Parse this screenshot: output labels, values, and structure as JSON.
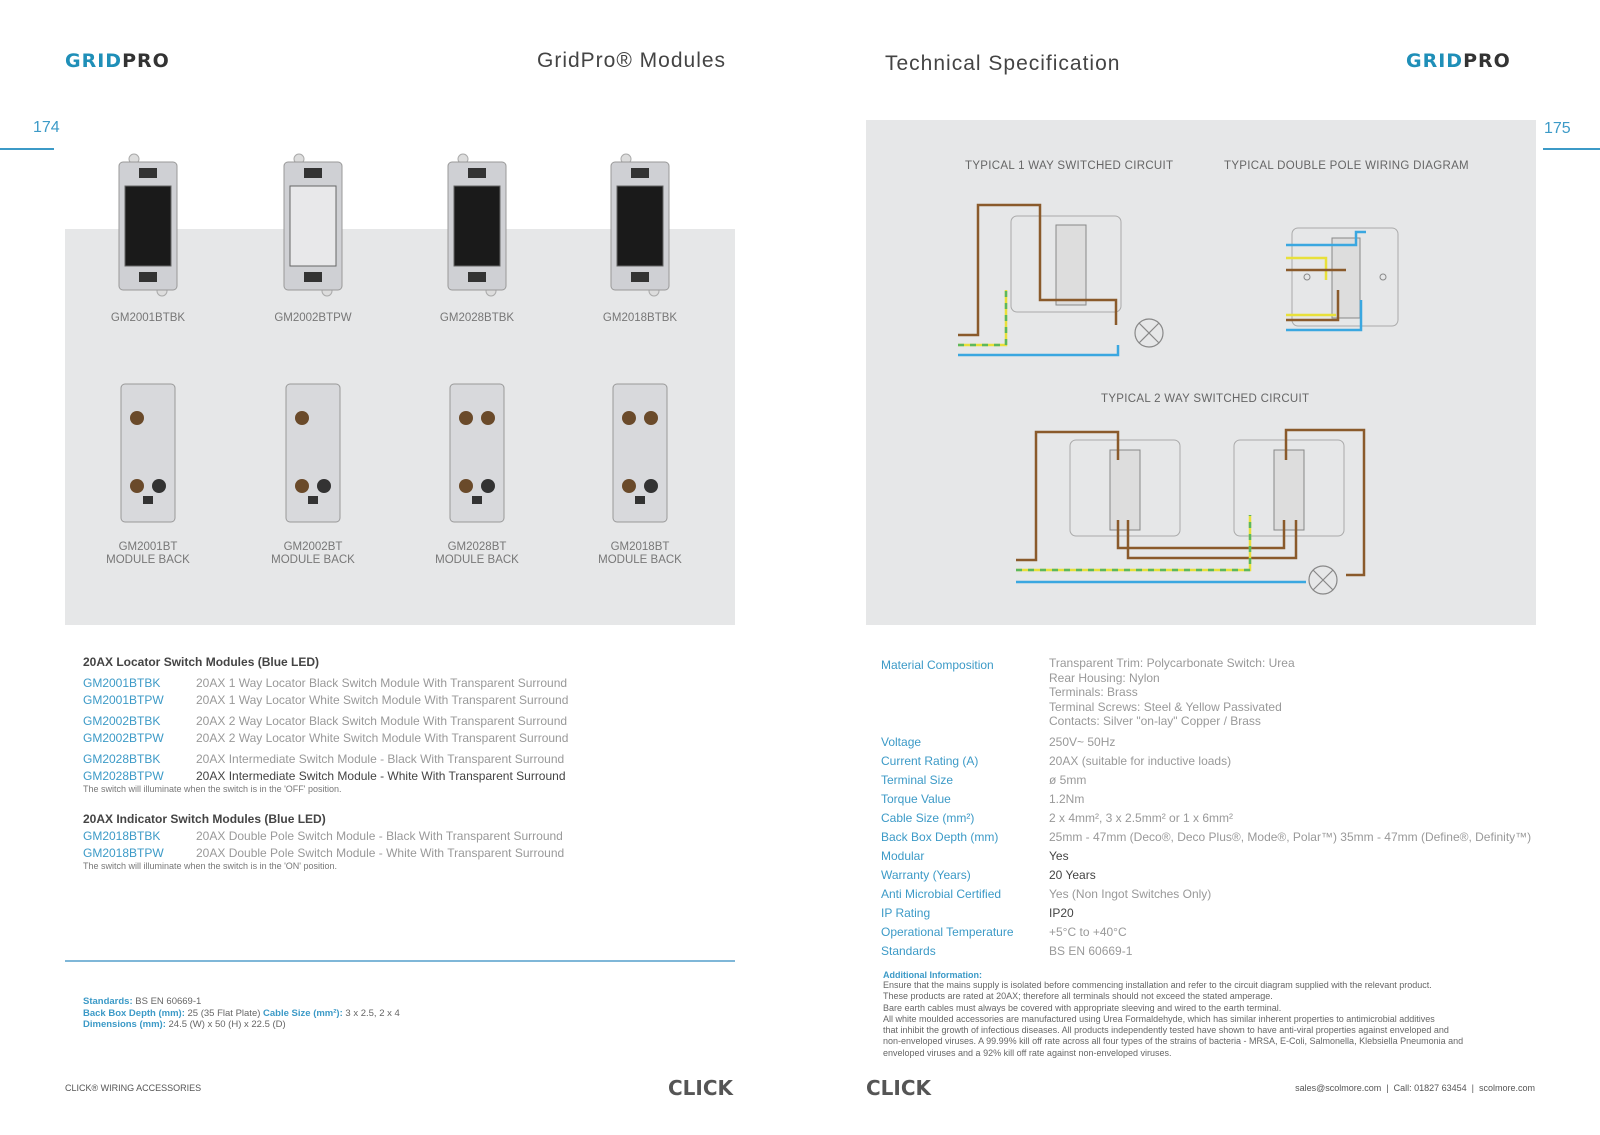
{
  "left": {
    "logo": "GRIDPRO",
    "header": "GridPro® Modules",
    "page_number": "174",
    "front_modules": [
      {
        "code": "GM2001BTBK",
        "rocker": "#1a1a1a"
      },
      {
        "code": "GM2002BTPW",
        "rocker": "#e8e8ea"
      },
      {
        "code": "GM2028BTBK",
        "rocker": "#1a1a1a"
      },
      {
        "code": "GM2018BTBK",
        "rocker": "#1a1a1a"
      }
    ],
    "back_modules": [
      {
        "code": "GM2001BT",
        "sub": "MODULE BACK"
      },
      {
        "code": "GM2002BT",
        "sub": "MODULE BACK"
      },
      {
        "code": "GM2028BT",
        "sub": "MODULE BACK"
      },
      {
        "code": "GM2018BT",
        "sub": "MODULE BACK"
      }
    ],
    "locator_title": "20AX Locator Switch Modules (Blue LED)",
    "locator_items": [
      {
        "code": "GM2001BTBK",
        "desc": "20AX 1 Way Locator Black Switch Module With Transparent Surround"
      },
      {
        "code": "GM2001BTPW",
        "desc": "20AX 1 Way Locator White Switch Module With Transparent Surround"
      },
      {
        "code": "GM2002BTBK",
        "desc": "20AX 2 Way Locator Black Switch Module With Transparent Surround"
      },
      {
        "code": "GM2002BTPW",
        "desc": "20AX 2 Way Locator White Switch Module With Transparent Surround"
      },
      {
        "code": "GM2028BTBK",
        "desc": "20AX Intermediate Switch Module - Black With Transparent Surround"
      },
      {
        "code": "GM2028BTPW",
        "desc": "20AX Intermediate Switch Module - White With Transparent Surround"
      }
    ],
    "locator_note": "The switch will illuminate when the switch is in the 'OFF' position.",
    "indicator_title": "20AX Indicator Switch Modules (Blue LED)",
    "indicator_items": [
      {
        "code": "GM2018BTBK",
        "desc": "20AX Double Pole Switch Module - Black With Transparent Surround"
      },
      {
        "code": "GM2018BTPW",
        "desc": "20AX Double Pole Switch Module - White With Transparent Surround"
      }
    ],
    "indicator_note": "The switch will illuminate when the switch is in the 'ON' position.",
    "footer_specs": {
      "standards_label": "Standards:",
      "standards": "BS EN 60669-1",
      "bbd_label": "Back Box Depth (mm):",
      "bbd": "25 (35 Flat Plate)",
      "cable_label": "Cable Size (mm²):",
      "cable": "3 x 2.5, 2 x 4",
      "dim_label": "Dimensions (mm):",
      "dim": "24.5 (W) x 50 (H) x 22.5 (D)"
    },
    "footer": "CLICK® WIRING ACCESSORIES",
    "brand": "CLICK"
  },
  "right": {
    "logo": "GRIDPRO",
    "header": "Technical Specification",
    "page_number": "175",
    "diagram_titles": [
      "TYPICAL 1 WAY SWITCHED CIRCUIT",
      "TYPICAL DOUBLE POLE WIRING DIAGRAM",
      "TYPICAL 2 WAY SWITCHED CIRCUIT"
    ],
    "specs": [
      {
        "k": "Material Composition",
        "v": [
          "Transparent Trim: Polycarbonate Switch: Urea",
          "Rear Housing: Nylon",
          "Terminals: Brass",
          "Terminal Screws: Steel & Yellow Passivated",
          "Contacts: Silver \"on-lay\" Copper / Brass"
        ]
      },
      {
        "k": "Voltage",
        "v": [
          "250V~ 50Hz"
        ]
      },
      {
        "k": "Current Rating (A)",
        "v": [
          "20AX (suitable for inductive loads)"
        ]
      },
      {
        "k": "Terminal Size",
        "v": [
          "ø 5mm"
        ]
      },
      {
        "k": "Torque Value",
        "v": [
          "1.2Nm"
        ]
      },
      {
        "k": "Cable Size (mm²)",
        "v": [
          "2 x 4mm², 3 x 2.5mm² or 1 x 6mm²"
        ]
      },
      {
        "k": "Back Box Depth (mm)",
        "v": [
          "25mm - 47mm (Deco®, Deco Plus®, Mode®, Polar™) 35mm - 47mm (Define®, Definity™)"
        ]
      },
      {
        "k": "Modular",
        "v": [
          "Yes"
        ],
        "dark": true
      },
      {
        "k": "Warranty (Years)",
        "v": [
          "20 Years"
        ],
        "dark": true
      },
      {
        "k": "Anti Microbial Certified",
        "v": [
          "Yes (Non Ingot Switches Only)"
        ]
      },
      {
        "k": "IP Rating",
        "v": [
          "IP20"
        ],
        "dark": true
      },
      {
        "k": "Operational Temperature",
        "v": [
          "+5°C to +40°C"
        ]
      },
      {
        "k": "Standards",
        "v": [
          "BS EN 60669-1"
        ]
      }
    ],
    "additional_title": "Additional Information:",
    "additional": [
      "Ensure that the mains supply is isolated before commencing installation and refer to the circuit diagram supplied with the relevant product.",
      "These products are rated at 20AX; therefore all terminals should not exceed the stated amperage.",
      "Bare earth cables must always be covered with appropriate sleeving and wired to the earth terminal.",
      "All white moulded accessories are manufactured using Urea Formaldehyde, which has similar inherent properties to antimicrobial additives",
      "that inhibit the growth of infectious diseases. All products independently tested have shown to have anti-viral properties against enveloped and",
      "non-enveloped viruses. A 99.99% kill off rate across all four types of the strains of bacteria - MRSA, E-Coli, Salmonella, Klebsiella Pneumonia and",
      "enveloped viruses and a 92% kill off rate against non-enveloped viruses."
    ],
    "footer": "sales@scolmore.com  |  Call: 01827 63454  |  scolmore.com",
    "brand": "CLICK"
  },
  "colors": {
    "accent": "#3c9ac7",
    "live": "#8a5a2b",
    "neutral": "#3aa7e0",
    "earth_y": "#e8e03a",
    "earth_g": "#5cb85c"
  }
}
